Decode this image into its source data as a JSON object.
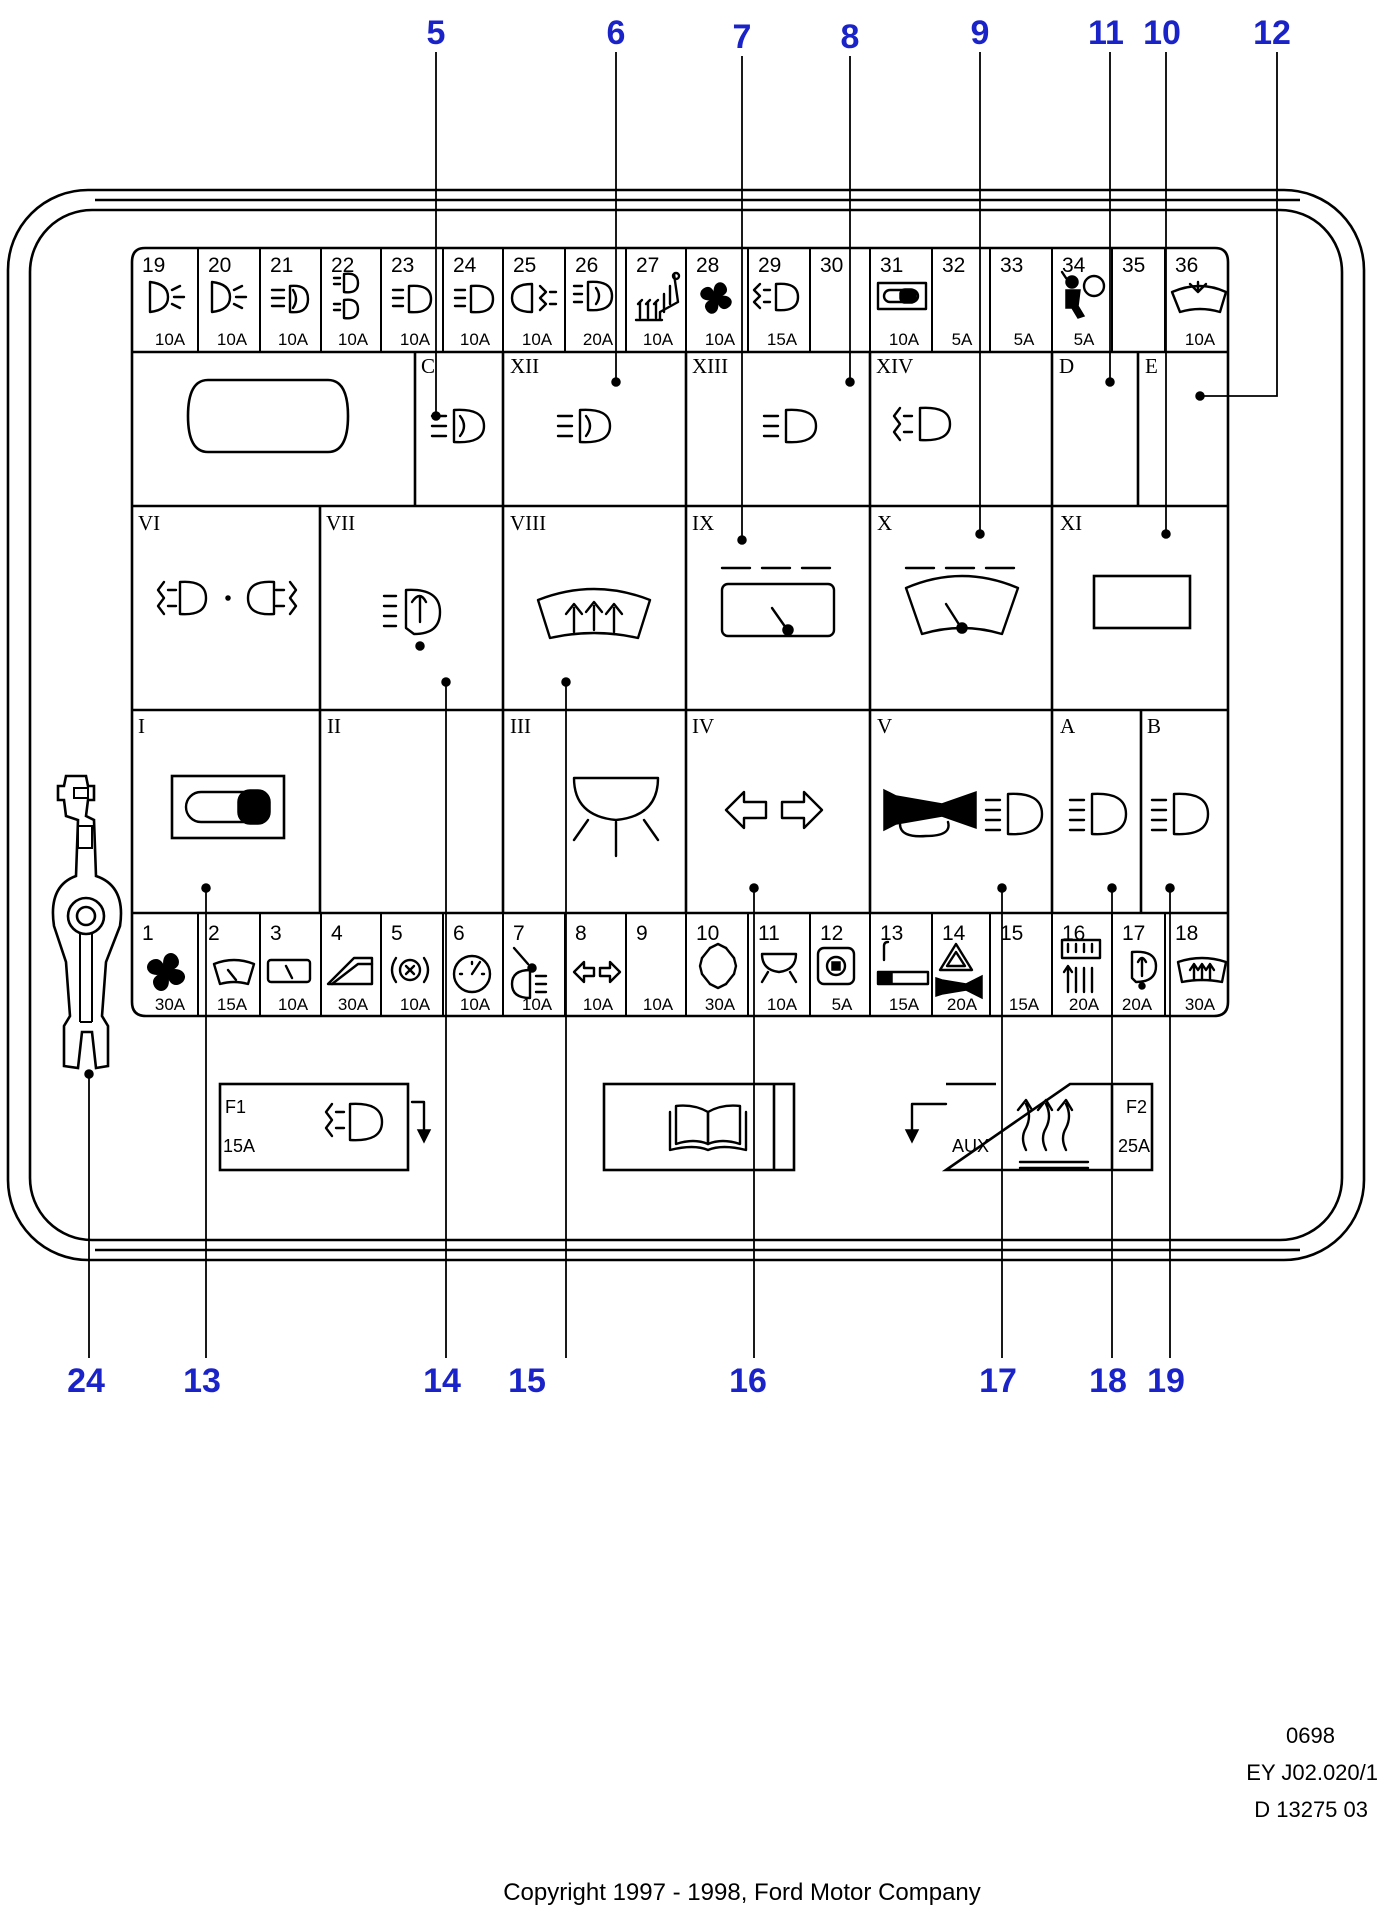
{
  "callouts_top": [
    "5",
    "6",
    "7",
    "8",
    "9",
    "11",
    "10",
    "12"
  ],
  "callouts_bottom": [
    "24",
    "13",
    "14",
    "15",
    "16",
    "17",
    "18",
    "19"
  ],
  "fuses_top": [
    {
      "num": "19",
      "amp": "10A",
      "icon": "side-light-icon"
    },
    {
      "num": "20",
      "amp": "10A",
      "icon": "side-light-icon"
    },
    {
      "num": "21",
      "amp": "10A",
      "icon": "fog-light-icon"
    },
    {
      "num": "22",
      "amp": "10A",
      "icon": "dual-fog-light-icon"
    },
    {
      "num": "23",
      "amp": "10A",
      "icon": "dipped-beam-icon"
    },
    {
      "num": "24",
      "amp": "10A",
      "icon": "dipped-beam-icon"
    },
    {
      "num": "25",
      "amp": "10A",
      "icon": "rear-fog-light-icon"
    },
    {
      "num": "26",
      "amp": "20A",
      "icon": "headlamp-levelling-icon"
    },
    {
      "num": "27",
      "amp": "10A",
      "icon": "heated-seat-icon"
    },
    {
      "num": "28",
      "amp": "10A",
      "icon": "fan-icon"
    },
    {
      "num": "29",
      "amp": "15A",
      "icon": "fog-light-icon"
    },
    {
      "num": "30",
      "amp": "",
      "icon": ""
    },
    {
      "num": "31",
      "amp": "10A",
      "icon": "switch-icon"
    },
    {
      "num": "32",
      "amp": "5A",
      "icon": ""
    },
    {
      "num": "33",
      "amp": "5A",
      "icon": ""
    },
    {
      "num": "34",
      "amp": "5A",
      "icon": "airbag-icon"
    },
    {
      "num": "35",
      "amp": "",
      "icon": ""
    },
    {
      "num": "36",
      "amp": "10A",
      "icon": "washer-icon"
    }
  ],
  "fuses_bottom": [
    {
      "num": "1",
      "amp": "30A",
      "icon": "fan-icon"
    },
    {
      "num": "2",
      "amp": "15A",
      "icon": "wiper-icon"
    },
    {
      "num": "3",
      "amp": "10A",
      "icon": "instrument-icon"
    },
    {
      "num": "4",
      "amp": "30A",
      "icon": "window-icon"
    },
    {
      "num": "5",
      "amp": "10A",
      "icon": "abs-icon"
    },
    {
      "num": "6",
      "amp": "10A",
      "icon": "gauge-icon"
    },
    {
      "num": "7",
      "amp": "10A",
      "icon": "headlamp-icon"
    },
    {
      "num": "8",
      "amp": "10A",
      "icon": "indicator-icon"
    },
    {
      "num": "9",
      "amp": "10A",
      "icon": ""
    },
    {
      "num": "10",
      "amp": "30A",
      "icon": "heater-icon"
    },
    {
      "num": "11",
      "amp": "10A",
      "icon": "interior-light-icon"
    },
    {
      "num": "12",
      "amp": "5A",
      "icon": "radio-icon"
    },
    {
      "num": "13",
      "amp": "15A",
      "icon": "cigar-lighter-icon"
    },
    {
      "num": "14",
      "amp": "20A",
      "icon": "hazard-horn-icon"
    },
    {
      "num": "15",
      "amp": "15A",
      "icon": ""
    },
    {
      "num": "16",
      "amp": "20A",
      "icon": "heated-screen-icon"
    },
    {
      "num": "17",
      "amp": "20A",
      "icon": "wiper-motor-icon"
    },
    {
      "num": "18",
      "amp": "30A",
      "icon": "rear-defrost-icon"
    }
  ],
  "relays": {
    "C": "C",
    "XII": "XII",
    "XIII": "XIII",
    "XIV": "XIV",
    "D": "D",
    "E": "E",
    "VI": "VI",
    "VII": "VII",
    "VIII": "VIII",
    "IX": "IX",
    "X": "X",
    "XI": "XI",
    "I": "I",
    "II": "II",
    "III": "III",
    "IV": "IV",
    "V": "V",
    "A": "A",
    "B": "B"
  },
  "aux": {
    "f1_label": "F1",
    "f1_amp": "15A",
    "f2_label": "F2",
    "f2_amp": "25A",
    "aux_label": "AUX"
  },
  "meta": {
    "code1": "0698",
    "code2": "EY J02.020/1",
    "code3": "D 13275 03",
    "copyright": "Copyright 1997 - 1998, Ford Motor Company"
  }
}
